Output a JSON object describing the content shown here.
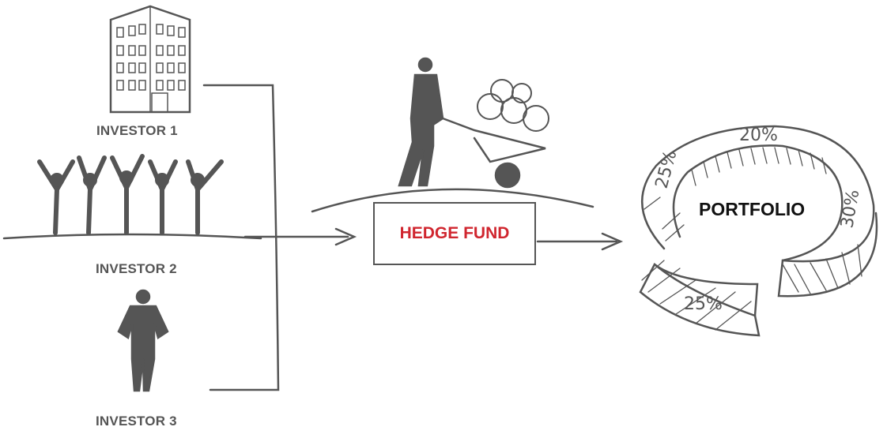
{
  "investors": [
    {
      "label": "INVESTOR 1"
    },
    {
      "label": "INVESTOR 2"
    },
    {
      "label": "INVESTOR 3"
    }
  ],
  "hedge_fund": {
    "label": "HEDGE FUND",
    "color": "#d0262f"
  },
  "portfolio": {
    "label": "PORTFOLIO",
    "segments": [
      "25%",
      "20%",
      "30%",
      "25%"
    ]
  },
  "icons": [
    "building-icon",
    "crowd-icon",
    "businessman-icon",
    "wheelbarrow-money-icon",
    "arrow-right-icon"
  ]
}
